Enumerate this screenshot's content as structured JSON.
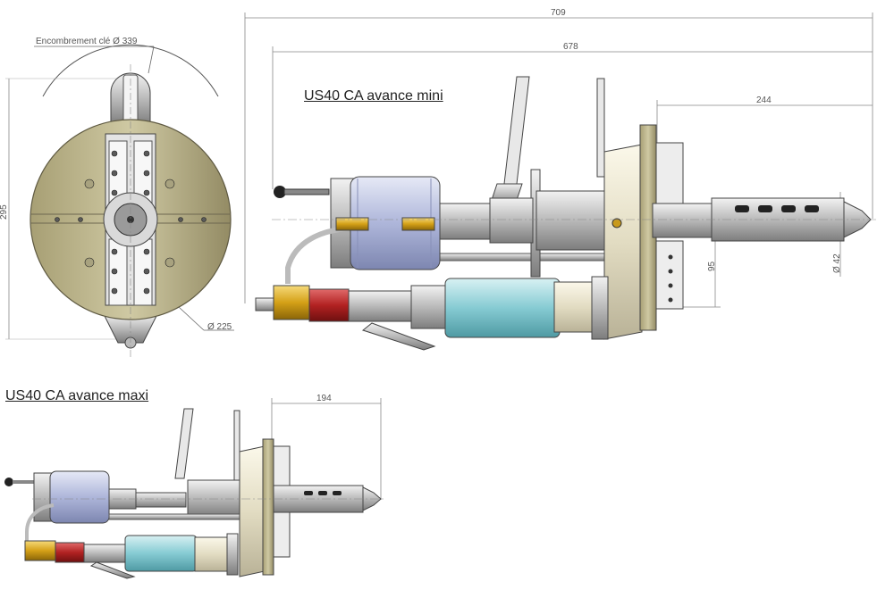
{
  "labels": {
    "encombrement": "Encombrement clé Ø 339",
    "d225": "Ø 225",
    "h295": "295",
    "w709": "709",
    "w678": "678",
    "w244": "244",
    "h95": "95",
    "d42": "Ø 42",
    "w194": "194",
    "title_mini": "US40 CA avance mini",
    "title_maxi": "US40 CA avance maxi"
  },
  "colors": {
    "olive_plate": "#c9c39b",
    "olive_dark": "#8c8566",
    "motor_blue": "#b8c0de",
    "air_cyan": "#8fd0d8",
    "red_ring": "#b22222",
    "brass": "#d4a017",
    "steel": "#c8c8c8",
    "dim_line": "#888888"
  }
}
